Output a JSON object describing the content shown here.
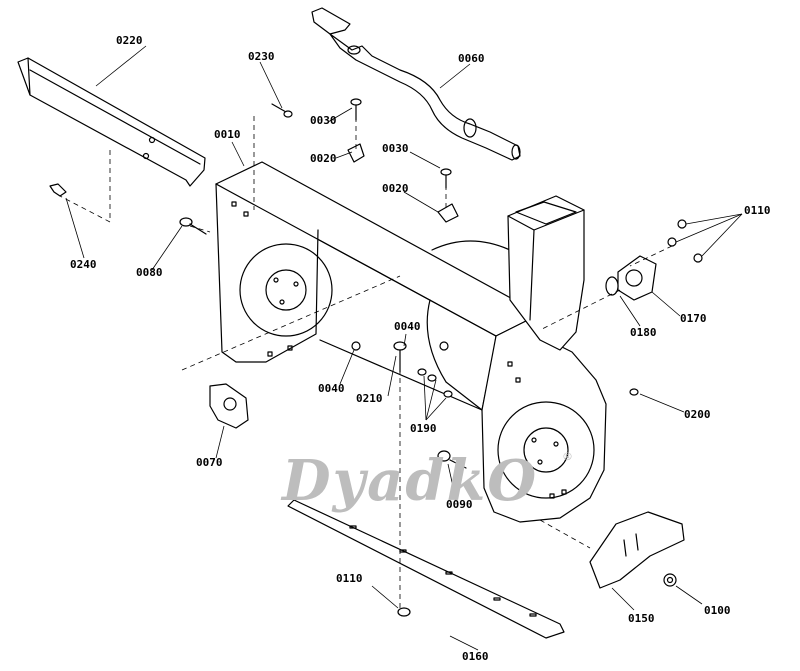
{
  "diagram": {
    "watermark": "DyadkO",
    "watermark_mark": "®",
    "part_labels": {
      "p0220": "0220",
      "p0230": "0230",
      "p0060": "0060",
      "p0030a": "0030",
      "p0010": "0010",
      "p0020a": "0020",
      "p0030b": "0030",
      "p0020b": "0020",
      "p0110a": "0110",
      "p0240": "0240",
      "p0080": "0080",
      "p0170": "0170",
      "p0180": "0180",
      "p0040a": "0040",
      "p0040b": "0040",
      "p0210": "0210",
      "p0190": "0190",
      "p0200": "0200",
      "p0070": "0070",
      "p0090": "0090",
      "p0110b": "0110",
      "p0150": "0150",
      "p0100": "0100",
      "p0160": "0160"
    }
  }
}
